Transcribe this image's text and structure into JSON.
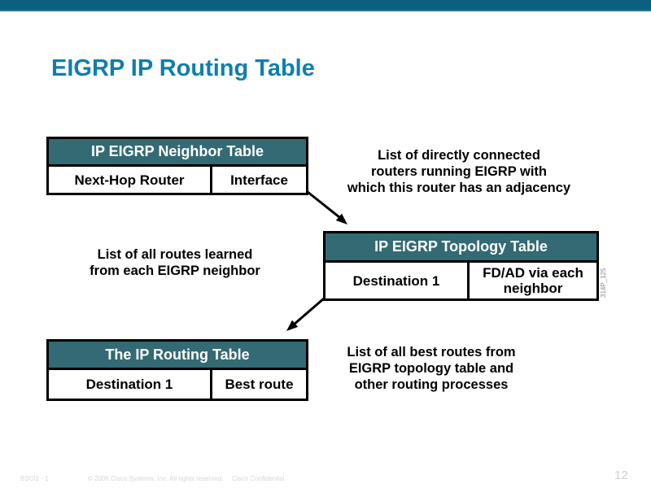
{
  "slide": {
    "title": "EIGRP IP Routing Table",
    "figure_code": "314P_125",
    "colors": {
      "top_bar": "#0d5f80",
      "top_bar_edge": "#2d7494",
      "title": "#0f7fad",
      "table_header_bg": "#336a74",
      "table_header_text": "#ffffff",
      "table_border": "#000000",
      "footer_text": "#d6d6d6"
    }
  },
  "tables": [
    {
      "title": "IP EIGRP Neighbor Table",
      "columns": [
        "Next-Hop Router",
        "Interface"
      ]
    },
    {
      "title": "IP EIGRP Topology Table",
      "columns": [
        "Destination 1",
        "FD/AD via each neighbor"
      ]
    },
    {
      "title": "The IP Routing Table",
      "columns": [
        "Destination 1",
        "Best route"
      ]
    }
  ],
  "annotations": [
    {
      "lines": [
        "List of directly connected",
        "routers running EIGRP with",
        "which this router has an adjacency"
      ]
    },
    {
      "lines": [
        "List of all routes learned",
        "from each EIGRP neighbor"
      ]
    },
    {
      "lines": [
        "List of all best routes from",
        "EIGRP topology table and",
        "other routing processes"
      ]
    }
  ],
  "footer": {
    "left_code": "BSCI2 - 1",
    "copyright": "© 2006 Cisco Systems, Inc. All rights reserved.",
    "confidential": "Cisco Confidential",
    "page_number": "12"
  }
}
